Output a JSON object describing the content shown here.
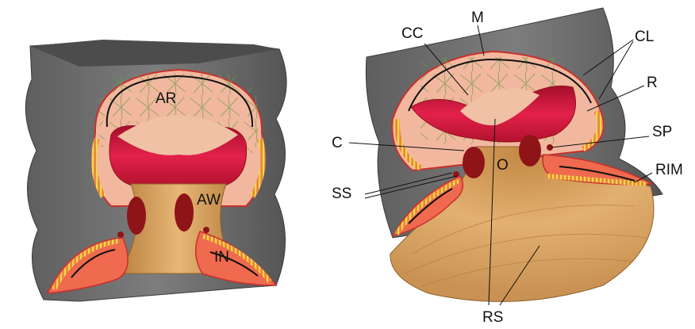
{
  "figure": {
    "left_panel": {
      "labels": {
        "ar": "AR",
        "aw": "AW",
        "in": "IN"
      }
    },
    "right_panel": {
      "labels": {
        "cc": "CC",
        "m": "M",
        "cl": "CL",
        "r": "R",
        "c": "C",
        "sp": "SP",
        "o": "O",
        "ss": "SS",
        "rim": "RIM",
        "rs": "RS"
      }
    },
    "colors": {
      "outer_gray": "#6e6e6e",
      "outer_gray_light": "#8a8a8a",
      "core_peach": "#f2b89f",
      "crimson": "#d81b3c",
      "dark_red": "#8e1418",
      "coral": "#ef6a4e",
      "tan": "#d9a25e",
      "yellow_hatch": "#f6d84a",
      "green_fiber": "#6c9a4a"
    }
  }
}
